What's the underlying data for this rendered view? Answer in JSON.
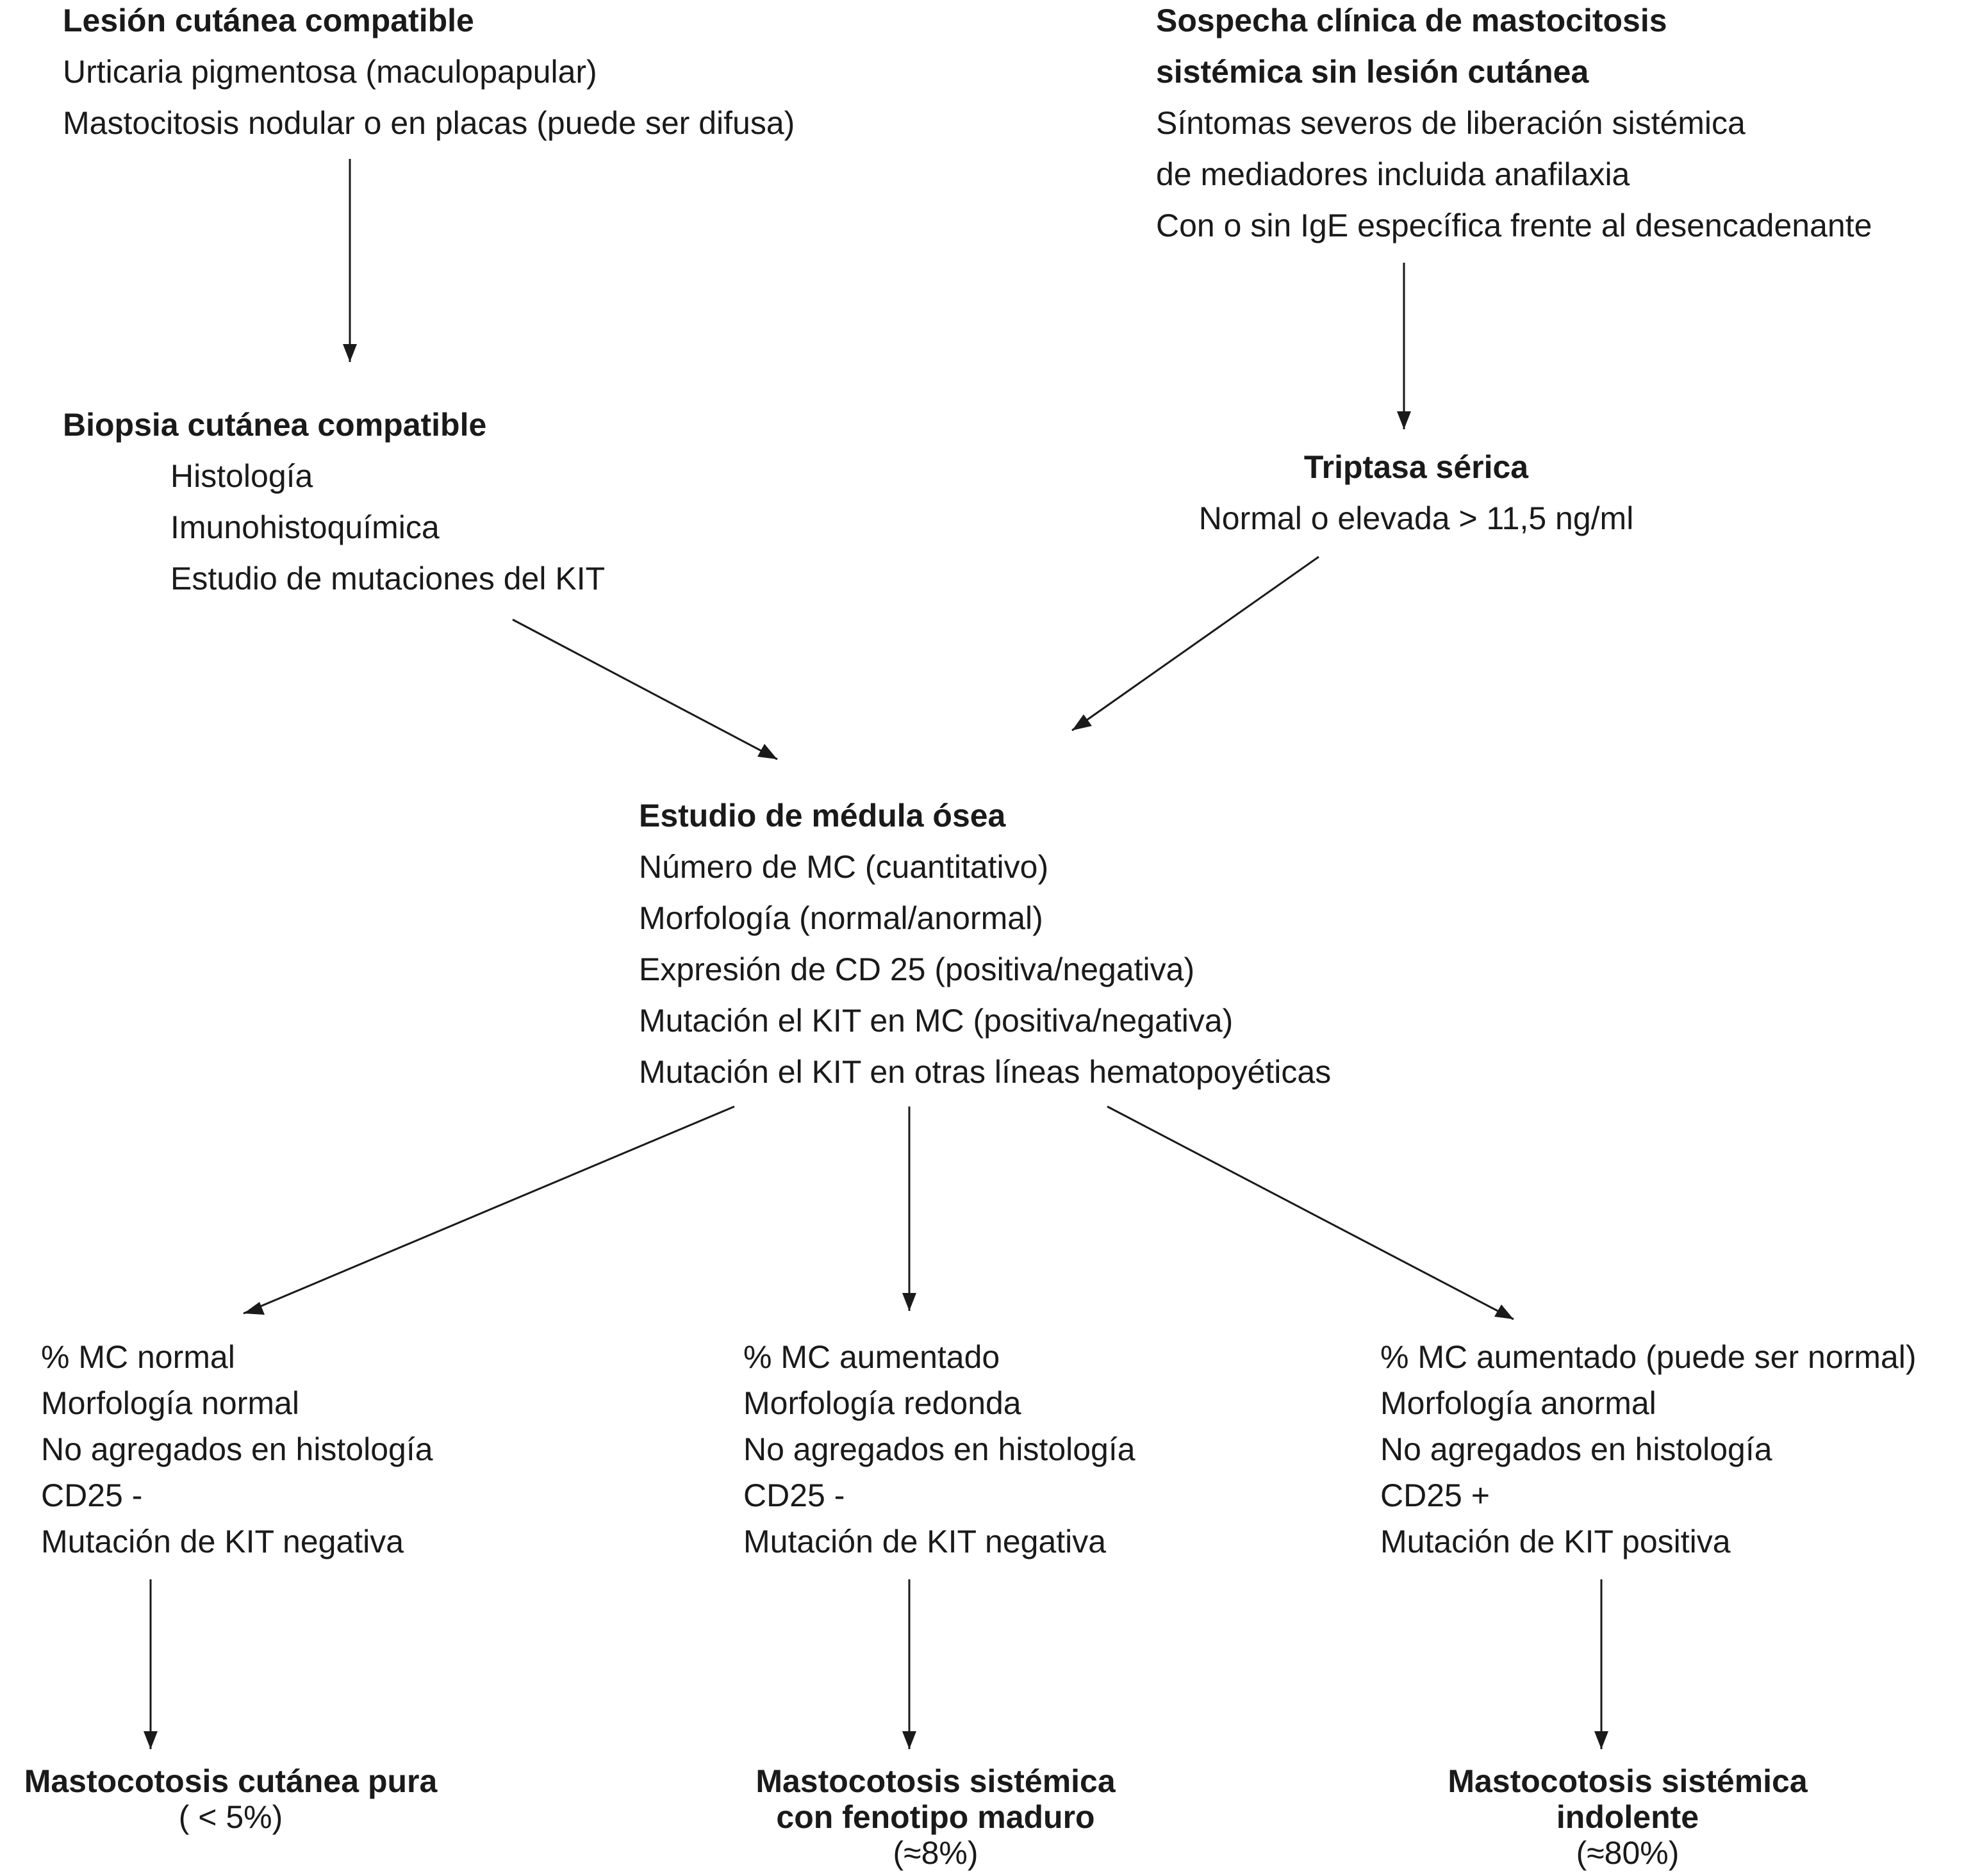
{
  "top_left": {
    "title": "Lesión cutánea compatible",
    "lines": [
      "Urticaria pigmentosa (maculopapular)",
      "Mastocitosis nodular o en placas (puede ser difusa)"
    ]
  },
  "top_right": {
    "title_lines": [
      "Sospecha clínica de mastocitosis",
      "sistémica sin lesión cutánea"
    ],
    "lines": [
      "Síntomas severos de liberación sistémica",
      "de mediadores incluida anafilaxia",
      "Con o sin IgE específica frente al desencadenante"
    ]
  },
  "biopsia": {
    "title": "Biopsia cutánea compatible",
    "lines": [
      "Histología",
      "Imunohistoquímica",
      "Estudio de mutaciones del KIT"
    ]
  },
  "triptasa": {
    "title": "Triptasa sérica",
    "line": "Normal o elevada > 11,5 ng/ml"
  },
  "medula": {
    "title": "Estudio de médula ósea",
    "lines": [
      "Número de MC (cuantitativo)",
      "Morfología (normal/anormal)",
      "Expresión de CD 25 (positiva/negativa)",
      "Mutación el KIT en MC (positiva/negativa)",
      "Mutación el KIT en otras líneas hematopoyéticas"
    ]
  },
  "criteria": [
    {
      "lines": [
        "% MC normal",
        "Morfología normal",
        "No agregados en histología",
        "CD25 -",
        "Mutación de KIT negativa"
      ]
    },
    {
      "lines": [
        "% MC aumentado",
        "Morfología redonda",
        "No agregados en histología",
        "CD25 -",
        "Mutación de KIT negativa"
      ]
    },
    {
      "lines": [
        "% MC aumentado (puede ser normal)",
        "Morfología anormal",
        "No agregados en histología",
        "CD25 +",
        "Mutación de KIT positiva"
      ]
    }
  ],
  "outcomes": [
    {
      "title_lines": [
        "Mastocotosis cutánea pura"
      ],
      "pct": "( < 5%)"
    },
    {
      "title_lines": [
        "Mastocotosis sistémica",
        "con fenotipo maduro"
      ],
      "pct": "(≈8%)"
    },
    {
      "title_lines": [
        "Mastocotosis sistémica",
        "indolente"
      ],
      "pct": "(≈80%)"
    }
  ],
  "colors": {
    "text": "#1a1a1a",
    "arrow": "#1a1a1a",
    "background": "#ffffff"
  }
}
